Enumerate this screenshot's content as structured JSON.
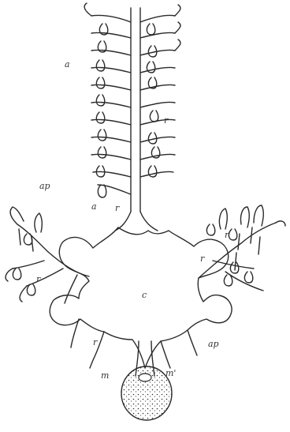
{
  "figure": {
    "ink_color": "#2a2a2a",
    "labels": {
      "a_upper": "a",
      "r_trunk_upper": "r",
      "a_trunk_base": "a",
      "r_trunk_base": "r",
      "ap_left": "ap",
      "r_left": "r",
      "r_right_1": "r",
      "r_right_2": "r",
      "c_center": "c",
      "ap_right": "ap",
      "r_lower_left": "r",
      "m_bottom": "m",
      "m_prime": "m'"
    }
  }
}
